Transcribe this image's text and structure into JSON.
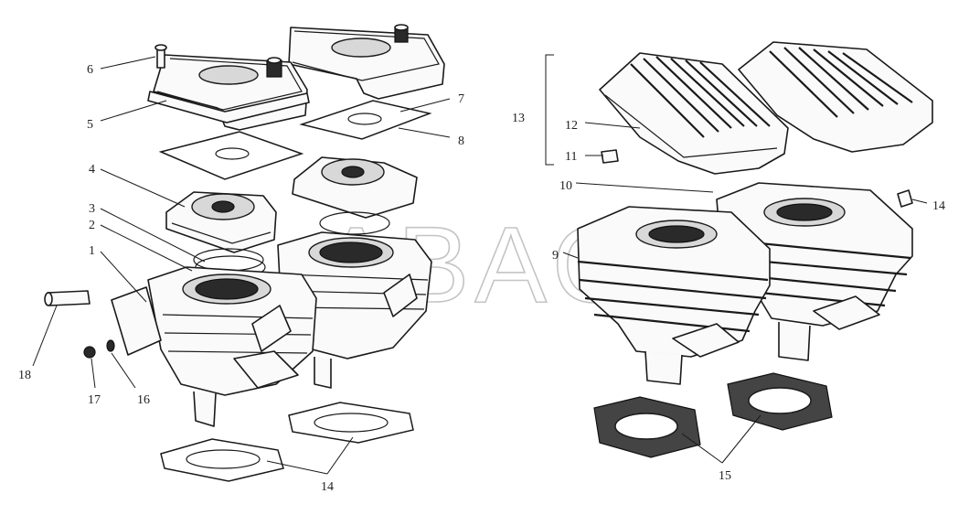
{
  "diagram": {
    "watermark": "ABAOH",
    "callouts": [
      "1",
      "2",
      "3",
      "4",
      "5",
      "6",
      "7",
      "8",
      "9",
      "10",
      "11",
      "12",
      "13",
      "14",
      "15",
      "15",
      "16",
      "17",
      "18"
    ]
  }
}
